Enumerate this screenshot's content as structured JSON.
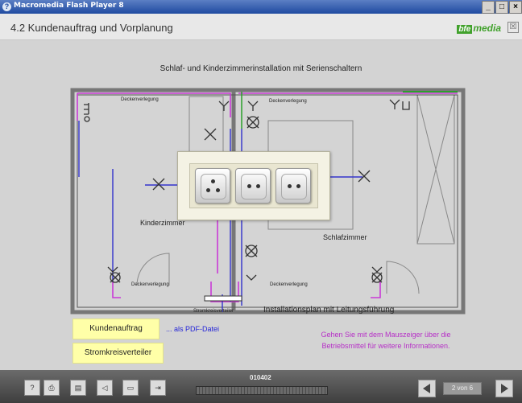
{
  "window": {
    "title": "Macromedia Flash Player 8",
    "minimize": "_",
    "restore": "□",
    "close": "×"
  },
  "header": {
    "title": "4.2 Kundenauftrag und Vorplanung",
    "logo_mark": "bfe",
    "logo_text": "media",
    "close": "☒"
  },
  "plan": {
    "heading": "Schlaf- und Kinderzimmerinstallation mit Serienschaltern",
    "labels": {
      "ceiling": "Deckenverlegung",
      "room_left": "Kinderzimmer",
      "room_right": "Schlafzimmer",
      "distribution": "Stromkreisverteiler",
      "install_plan": "Installationsplan mit Leitungsführung"
    }
  },
  "buttons": {
    "order": "Kundenauftrag",
    "pdf_link": "... als PDF-Datei",
    "distributor": "Stromkreisverteiler"
  },
  "info": {
    "line1": "Gehen Sie mit dem Mauszeiger über die",
    "line2": "Betriebsmittel für weitere Informationen."
  },
  "bottom": {
    "counter": "010402",
    "page": "2 von 6",
    "tools": [
      "help-icon",
      "print-icon",
      "book-icon",
      "sound-icon",
      "screen-icon",
      "exit-icon"
    ]
  },
  "colors": {
    "wall": "#777777",
    "magenta": "#c93ad6",
    "blue": "#3333cc",
    "popup": "#f4f2e4",
    "yellow_button": "#ffffa8"
  }
}
